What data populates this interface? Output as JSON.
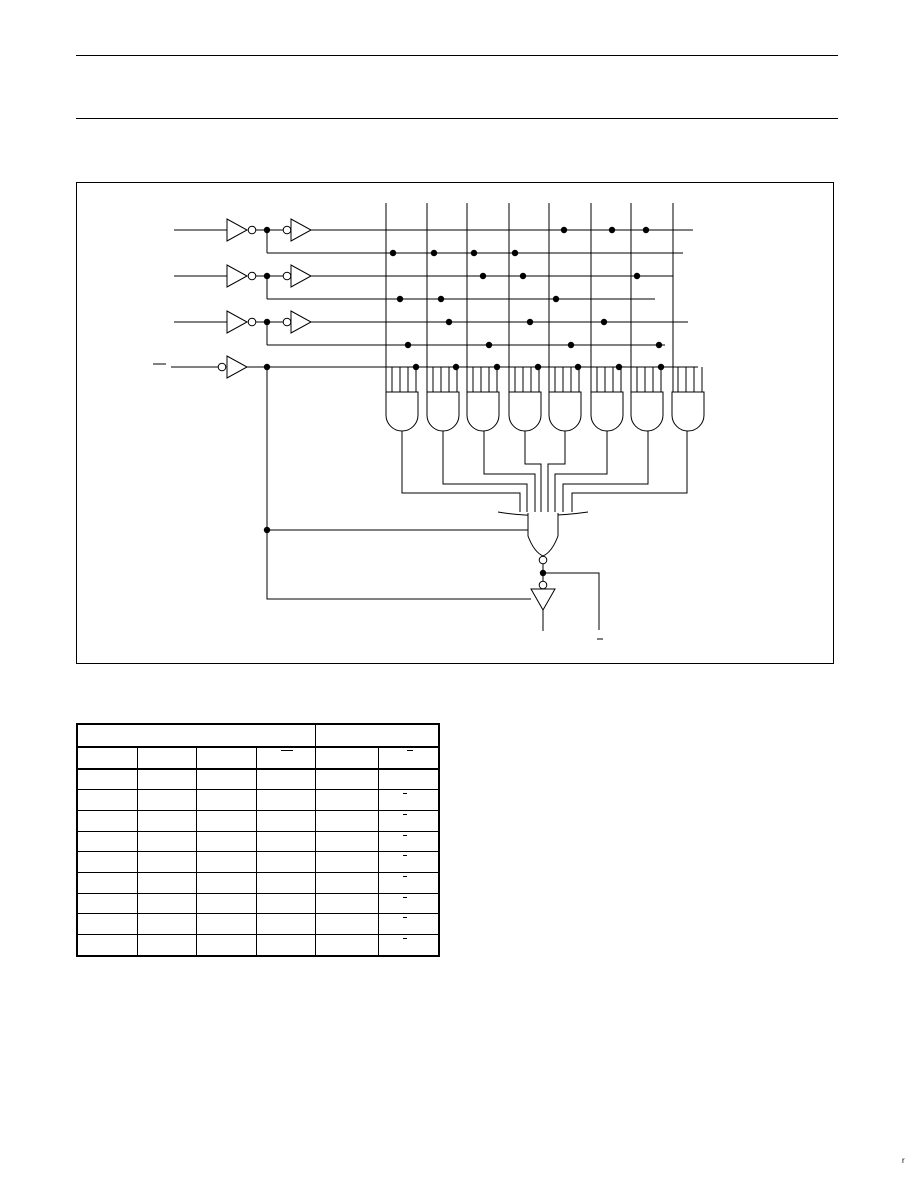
{
  "page": {
    "corner_mark": "r"
  },
  "diagram": {
    "inputs": 4,
    "product_gates": 8,
    "gate_type": "AND",
    "summing_gate": "OR (inverted output)",
    "output_buffer": "three-state buffer"
  },
  "function_table": {
    "columns": 6,
    "body_rows": 9,
    "overbar_rows": [
      1,
      2,
      3,
      4,
      5,
      6,
      7,
      8
    ]
  }
}
